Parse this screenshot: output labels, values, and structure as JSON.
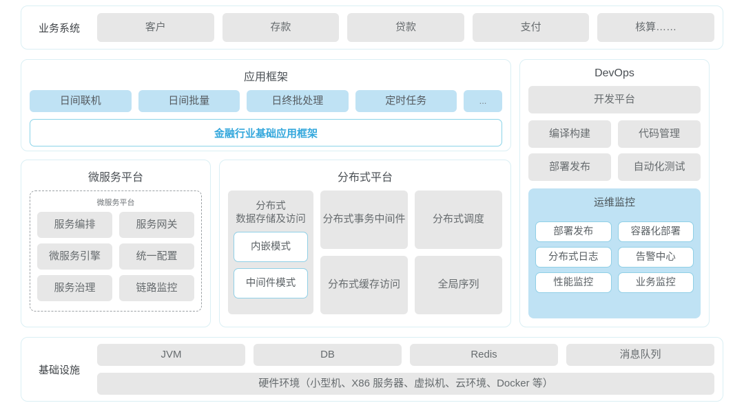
{
  "business_row": {
    "label": "业务系统",
    "items": [
      "客户",
      "存款",
      "贷款",
      "支付",
      "核算……"
    ]
  },
  "app_framework": {
    "title": "应用框架",
    "chips": [
      "日间联机",
      "日间批量",
      "日终批处理",
      "定时任务",
      "..."
    ],
    "banner": "金融行业基础应用框架",
    "banner_color": "#33a7dc"
  },
  "microservice": {
    "title": "微服务平台",
    "inner_title": "微服务平台",
    "items": [
      "服务编排",
      "服务网关",
      "微服务引擎",
      "统一配置",
      "服务治理",
      "链路监控"
    ]
  },
  "distributed": {
    "title": "分布式平台",
    "storage": {
      "title": "分布式\n数据存储及访问",
      "title_line1": "分布式",
      "title_line2": "数据存储及访问",
      "modes": [
        "内嵌模式",
        "中间件模式"
      ]
    },
    "items": [
      {
        "line1": "分布式",
        "line2": "事务中间件"
      },
      {
        "line1": "分布式调度",
        "line2": ""
      },
      {
        "line1": "分布式",
        "line2": "缓存访问"
      },
      {
        "line1": "全局序列",
        "line2": ""
      }
    ]
  },
  "devops": {
    "title": "DevOps",
    "platform": "开发平台",
    "items": [
      "编译构建",
      "代码管理",
      "部署发布",
      "自动化测试"
    ],
    "ops": {
      "title": "运维监控",
      "panel_color": "#bfe2f4",
      "items": [
        "部署发布",
        "容器化部署",
        "分布式日志",
        "告警中心",
        "性能监控",
        "业务监控"
      ]
    }
  },
  "infrastructure": {
    "label": "基础设施",
    "items": [
      "JVM",
      "DB",
      "Redis",
      "消息队列"
    ],
    "hardware": "硬件环境（小型机、X86 服务器、虚拟机、云环境、Docker 等）"
  },
  "colors": {
    "chip_gray": "#e7e7e7",
    "chip_blue": "#bfe2f4",
    "card_border": "#daeff4",
    "accent": "#33a7dc"
  }
}
